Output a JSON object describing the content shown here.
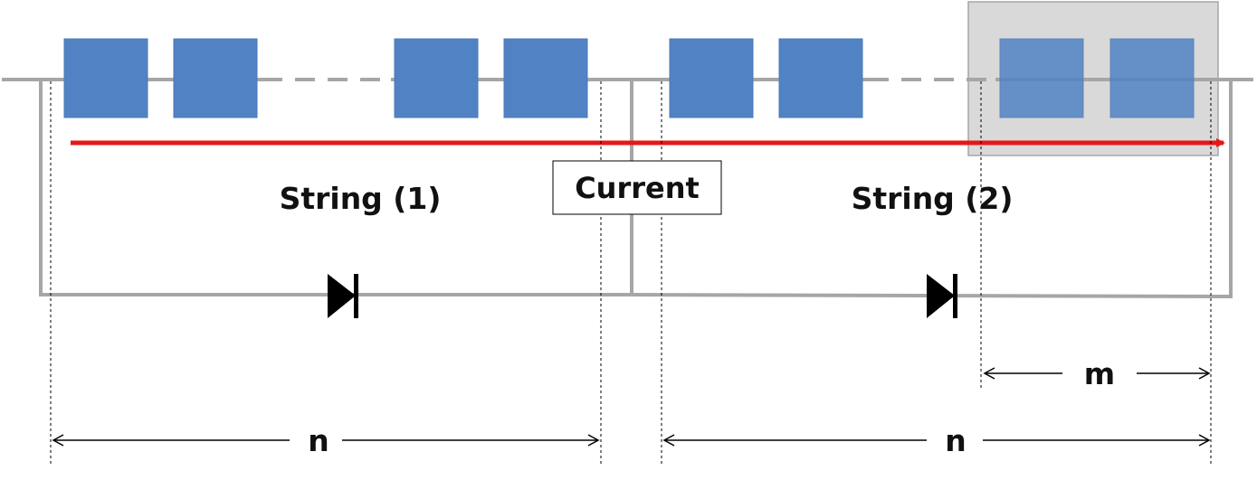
{
  "diagram": {
    "current_label": "Current",
    "string1_label": "String (1)",
    "string2_label": "String (2)",
    "n_label_left": "n",
    "n_label_right": "n",
    "m_label": "m"
  },
  "colors": {
    "module_fill": "#5183c4",
    "module_stroke": "#4a78b6",
    "wire": "#a6a6a6",
    "current_arrow": "#e81717",
    "shade_fill": "#d9d9d9",
    "shade_stroke": "#a6a6a6",
    "dimension_line": "#000000",
    "diode": "#000000"
  }
}
